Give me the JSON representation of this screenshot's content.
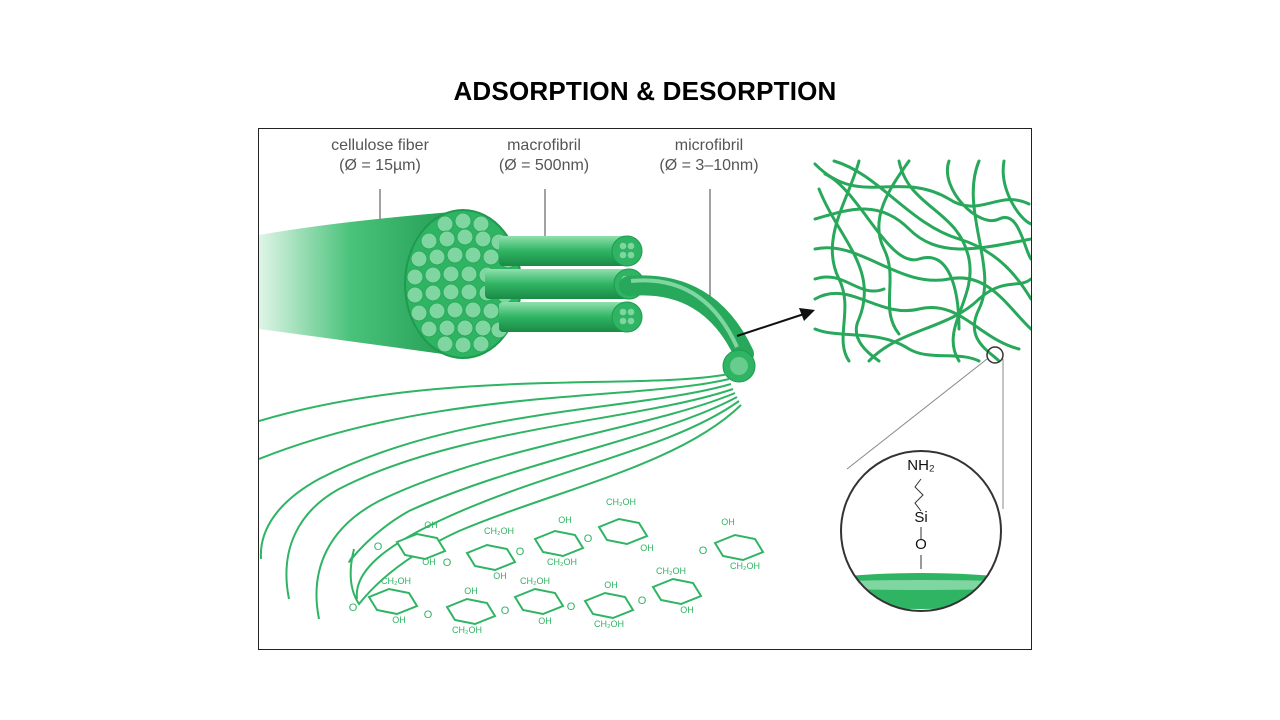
{
  "slide": {
    "title": "ADSORPTION & DESORPTION"
  },
  "labels": {
    "cellulose_fiber": {
      "name": "cellulose fiber",
      "size": "(Ø = 15µm)"
    },
    "macrofibril": {
      "name": "macrofibril",
      "size": "(Ø = 500nm)"
    },
    "microfibril": {
      "name": "microfibril",
      "size": "(Ø = 3–10nm)"
    }
  },
  "molecule": {
    "amine": "NH₂",
    "silicon": "Si",
    "oxygen": "O"
  },
  "chem": {
    "oh": "OH",
    "ch2oh": "CH₂OH",
    "o": "O"
  },
  "colors": {
    "green_main": "#2fb463",
    "green_dark": "#1f9a4f",
    "green_light": "#7fd6a0"
  }
}
